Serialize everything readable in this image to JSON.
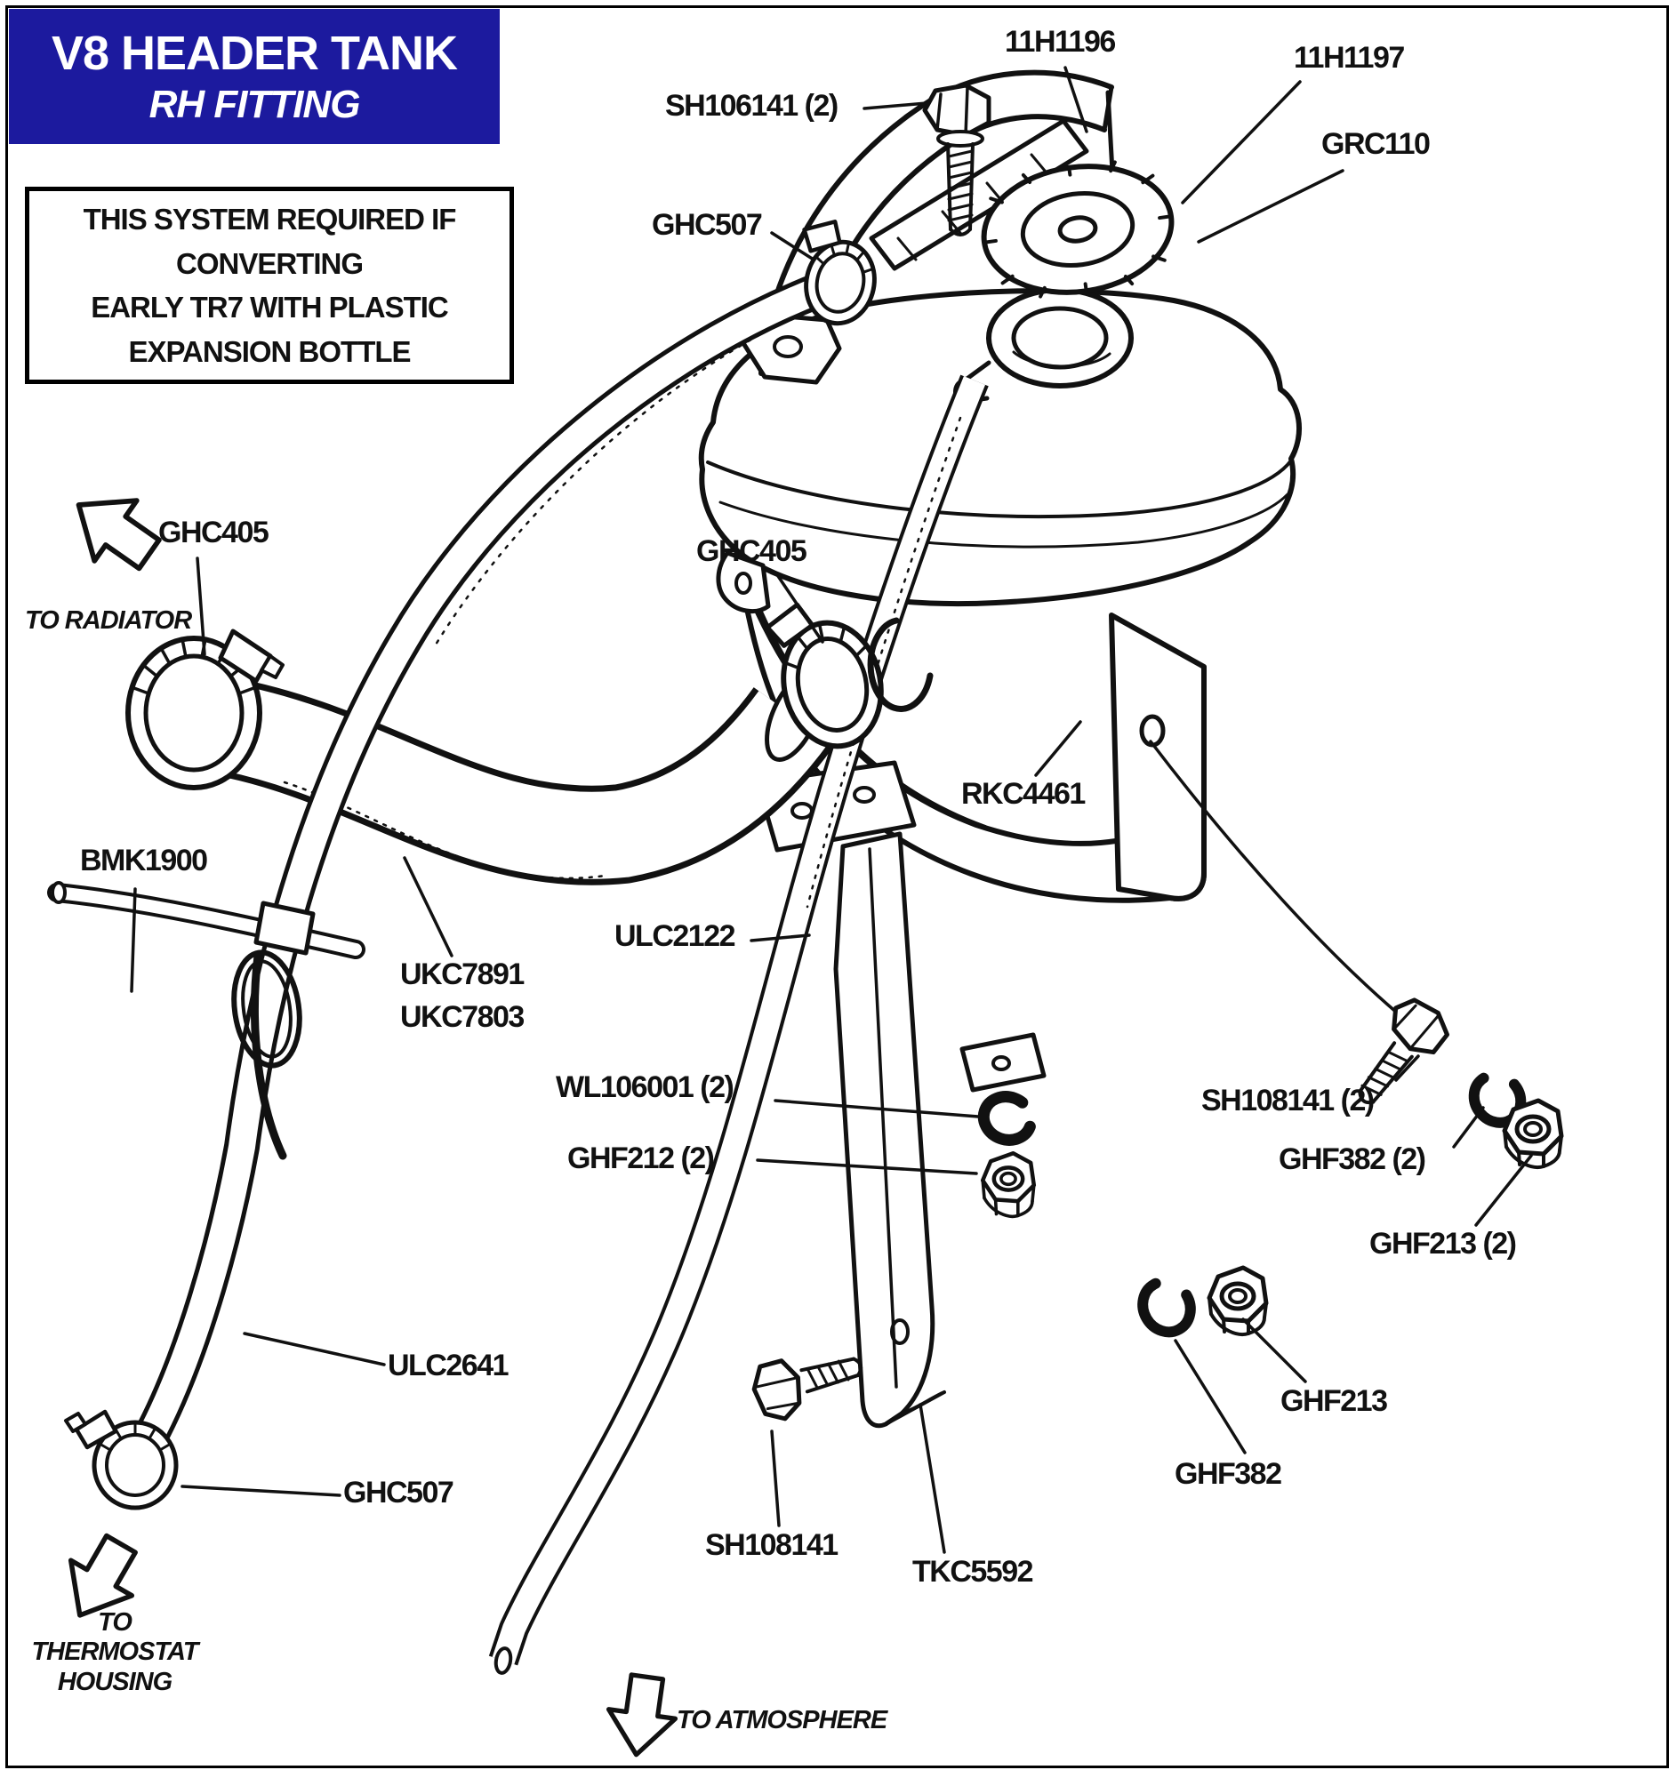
{
  "banner": {
    "title": "V8 HEADER TANK",
    "subtitle": "RH FITTING"
  },
  "note": {
    "line1": "THIS SYSTEM REQUIRED IF",
    "line2": "CONVERTING",
    "line3": "EARLY TR7 WITH PLASTIC",
    "line4": "EXPANSION BOTTLE"
  },
  "colors": {
    "banner_bg": "#1c1a9e",
    "banner_text": "#ffffff",
    "ink": "#111111"
  },
  "parts": {
    "sh106141": "SH106141 (2)",
    "ghc507_top": "GHC507",
    "p11h1196": "11H1196",
    "p11h1197": "11H1197",
    "grc110": "GRC110",
    "ghc405_left": "GHC405",
    "ghc405_right": "GHC405",
    "rkc4461": "RKC4461",
    "bmk1900": "BMK1900",
    "ulc2122": "ULC2122",
    "ukc7891": "UKC7891",
    "ukc7803": "UKC7803",
    "wl106001": "WL106001 (2)",
    "sh108141_pair": "SH108141 (2)",
    "ghf212": "GHF212 (2)",
    "ghf382_pair": "GHF382 (2)",
    "ghf213_pair": "GHF213 (2)",
    "ulc2641": "ULC2641",
    "ghf213": "GHF213",
    "ghf382": "GHF382",
    "ghc507_bottom": "GHC507",
    "sh108141": "SH108141",
    "tkc5592": "TKC5592"
  },
  "flow_labels": {
    "radiator": "TO RADIATOR",
    "thermostat_line1": "TO THERMOSTAT",
    "thermostat_line2": "HOUSING",
    "atmosphere": "TO ATMOSPHERE"
  }
}
